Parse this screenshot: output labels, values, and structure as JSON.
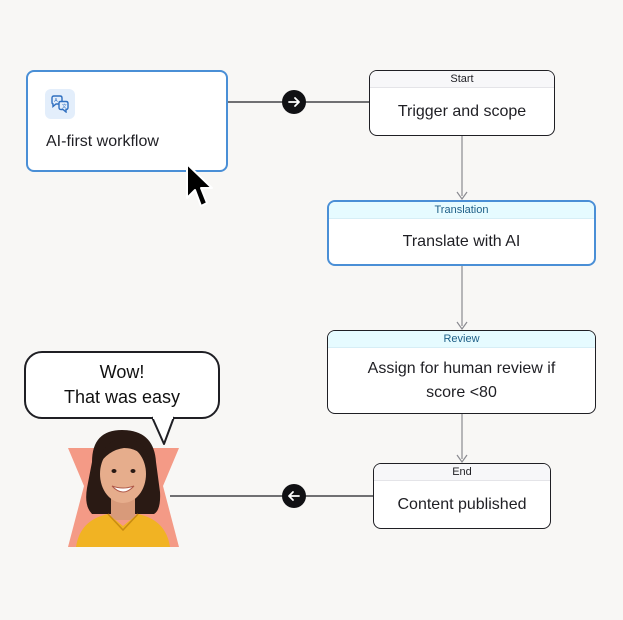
{
  "workflow": {
    "label": "AI-first workflow",
    "icon": "translate-chat-icon"
  },
  "steps": [
    {
      "header": "Start",
      "text": "Trigger and scope"
    },
    {
      "header": "Translation",
      "text": "Translate with AI"
    },
    {
      "header": "Review",
      "text": "Assign for human review if score <80"
    },
    {
      "header": "End",
      "text": "Content published"
    }
  ],
  "speech": {
    "line1": "Wow!",
    "line2": "That was easy"
  },
  "connectors": {
    "right_arrow_icon": "arrow-right-icon",
    "left_arrow_icon": "arrow-left-icon"
  },
  "colors": {
    "accent_border": "#4a8fd6",
    "header_tint": "#e6fbff",
    "avatar_bg": "#f49a86",
    "background": "#f8f7f5"
  }
}
